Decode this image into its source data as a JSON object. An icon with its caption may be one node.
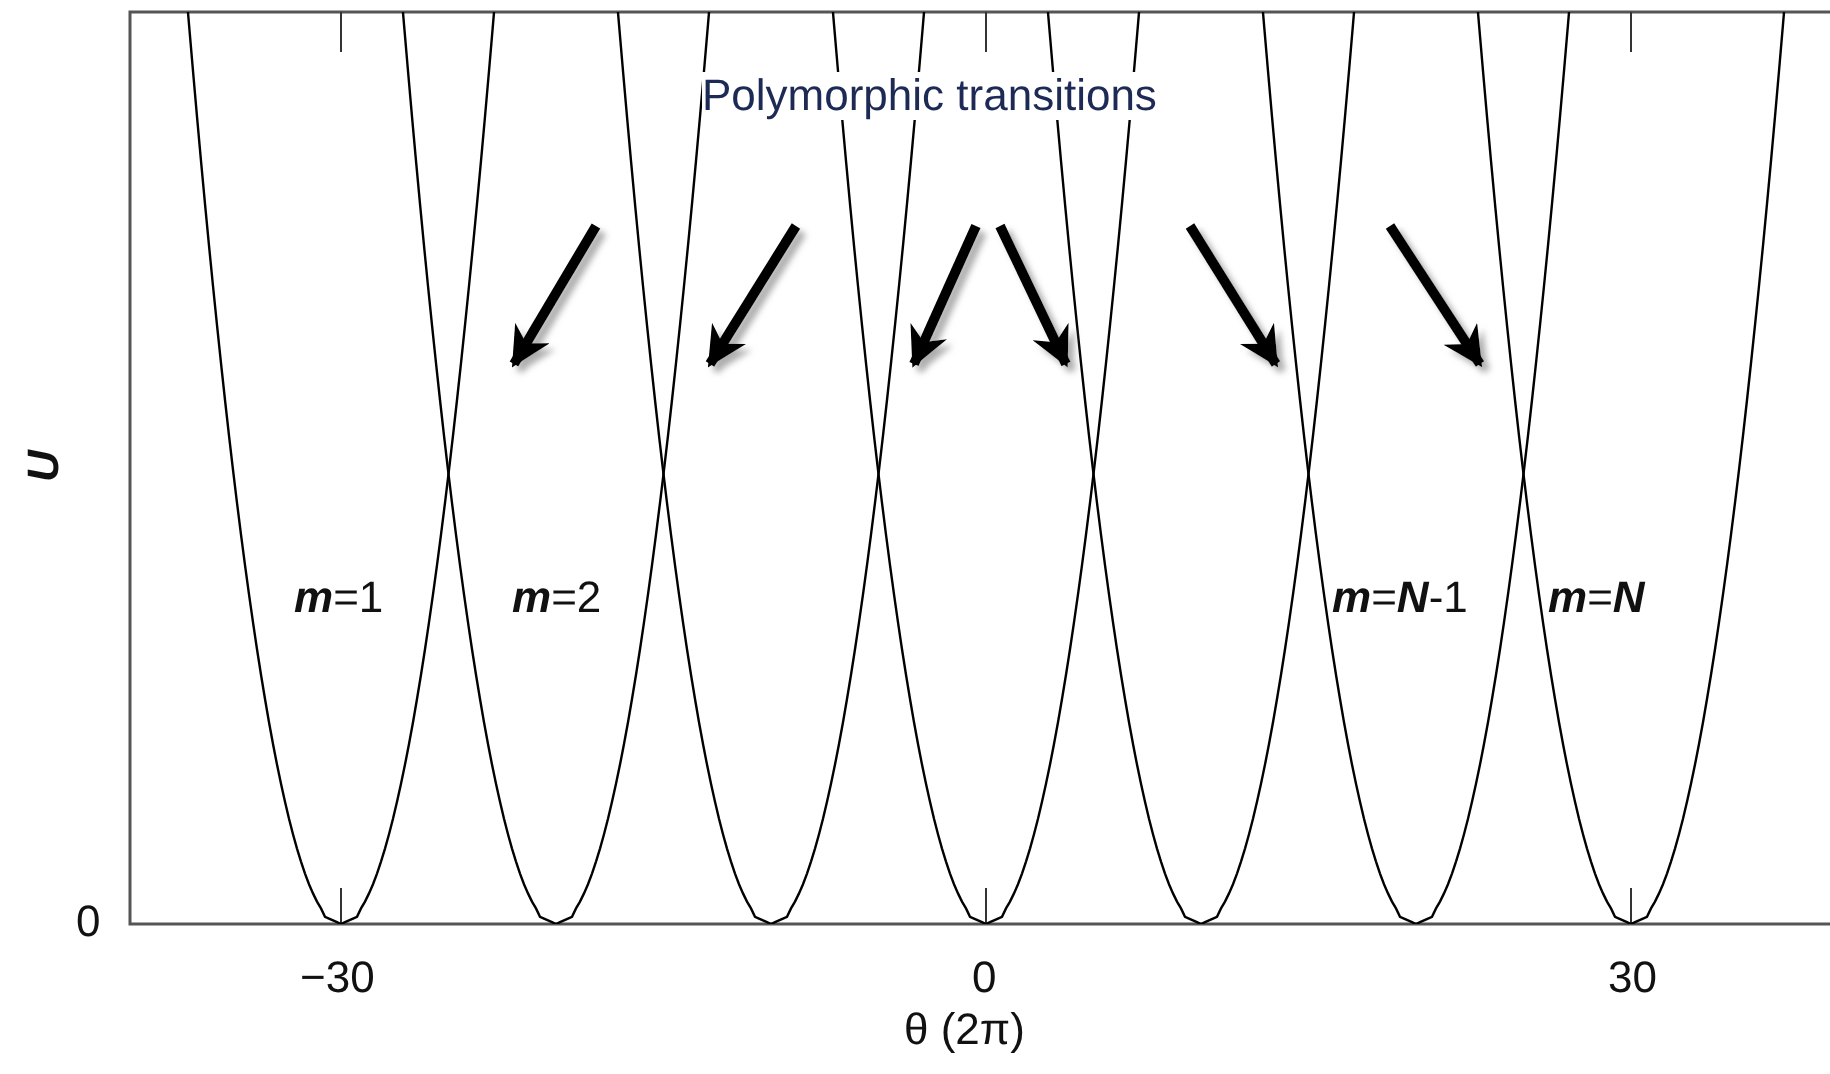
{
  "diagram": {
    "labels": [
      "Polymorphic transitions",
      "U",
      "**m**=1",
      "**m**=2",
      "**m**=**N**-1",
      "**m**=**N**",
      "0",
      "−30",
      "0",
      "30",
      "θ (2π)"
    ]
  }
}
